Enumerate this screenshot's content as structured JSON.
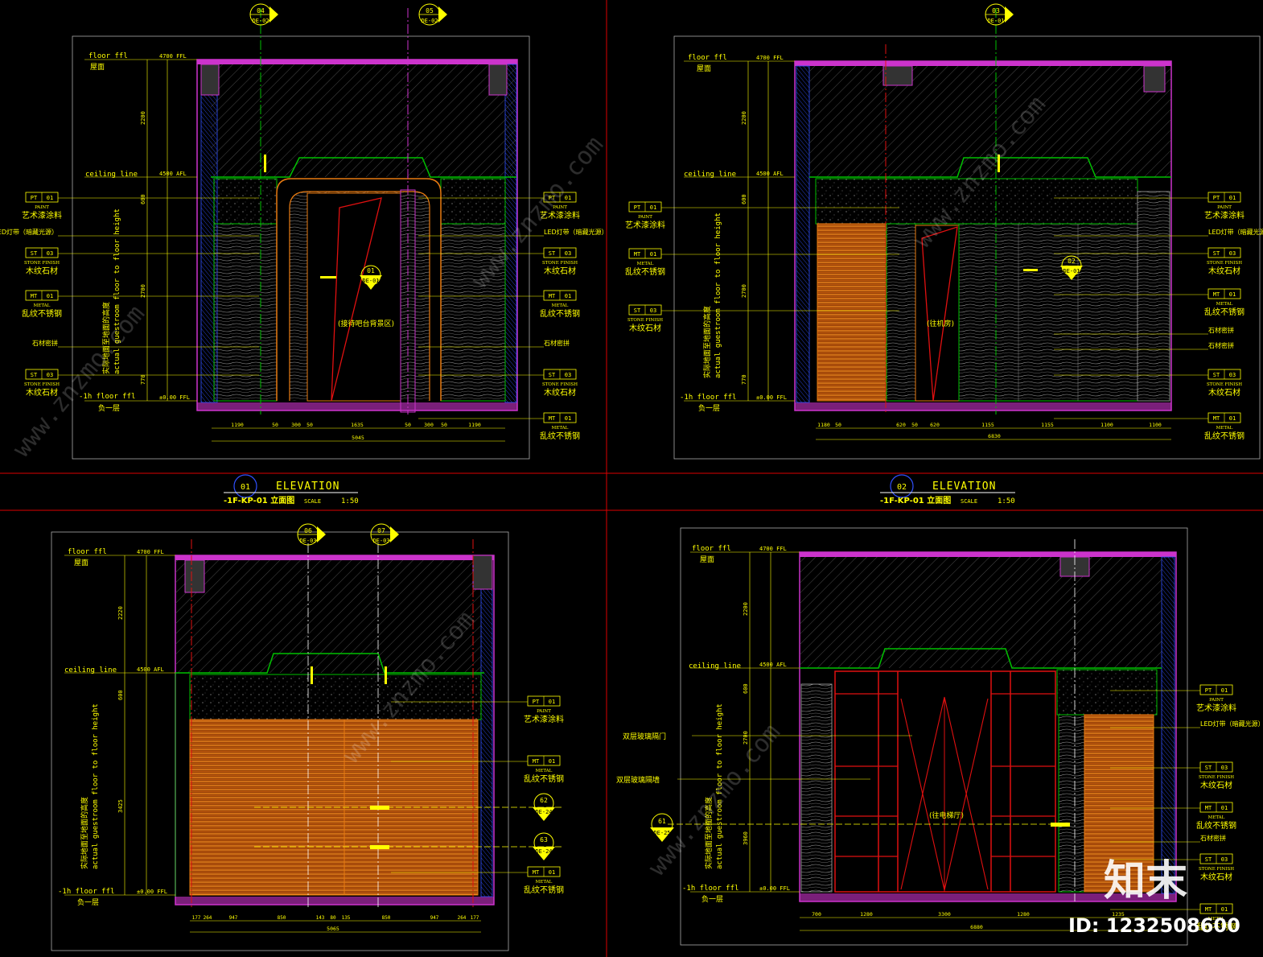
{
  "common": {
    "floor_ffl": "floor ffl",
    "ceiling_line": "ceiling line",
    "neg1h_floor_ffl": "-1h floor ffl",
    "roof_cn": "屋面",
    "b1_cn": "负一层",
    "vertical_note_cn": "实际地面至地面的高度",
    "vertical_note_en": "actual guestroom floor to floor height",
    "lvl_top": "4700 FFL",
    "lvl_ceiling": "4500 AFL",
    "lvl_floor": "±0.00 FFL"
  },
  "titles": [
    {
      "num": "01",
      "text": "ELEVATION",
      "sub": "-1F-KP-01 立面图",
      "scale_label": "SCALE",
      "scale": "1:50"
    },
    {
      "num": "02",
      "text": "ELEVATION",
      "sub": "-1F-KP-01 立面图",
      "scale_label": "SCALE",
      "scale": "1:50"
    }
  ],
  "panel1": {
    "callouts_top": [
      {
        "num": "04",
        "ref": "DE-02"
      },
      {
        "num": "05",
        "ref": "DE-02"
      }
    ],
    "center_tag": {
      "num": "01",
      "ref": "DE-01"
    },
    "center_note": "(接待吧台背景区)",
    "left_labels": [
      {
        "code": "PT",
        "num": "01",
        "en": "PAINT",
        "cn": "艺术漆涂料"
      },
      {
        "code": "",
        "num": "",
        "en": "",
        "cn": "LED灯带（暗藏光源）"
      },
      {
        "code": "ST",
        "num": "03",
        "en": "STONE FINISH",
        "cn": "木纹石材"
      },
      {
        "code": "MT",
        "num": "01",
        "en": "METAL",
        "cn": "乱纹不锈钢"
      },
      {
        "code": "",
        "num": "",
        "en": "",
        "cn": "石材密拼"
      },
      {
        "code": "ST",
        "num": "03",
        "en": "STONE FINISH",
        "cn": "木纹石材"
      }
    ],
    "right_labels": [
      {
        "code": "PT",
        "num": "01",
        "en": "PAINT",
        "cn": "艺术漆涂料"
      },
      {
        "code": "",
        "num": "",
        "en": "",
        "cn": "LED灯带（暗藏光源）"
      },
      {
        "code": "ST",
        "num": "03",
        "en": "STONE FINISH",
        "cn": "木纹石材"
      },
      {
        "code": "MT",
        "num": "01",
        "en": "METAL",
        "cn": "乱纹不锈钢"
      },
      {
        "code": "",
        "num": "",
        "en": "",
        "cn": "石材密拼"
      },
      {
        "code": "ST",
        "num": "03",
        "en": "STONE FINISH",
        "cn": "木纹石材"
      },
      {
        "code": "MT",
        "num": "01",
        "en": "METAL",
        "cn": "乱纹不锈钢"
      }
    ],
    "dims_bottom": [
      "1190",
      "50",
      "300",
      "50",
      "1635",
      "50",
      "300",
      "50",
      "1190"
    ],
    "dim_total": "5045",
    "dims_left": [
      "2200",
      "600",
      "2700",
      "770"
    ]
  },
  "panel2": {
    "callouts_top": [
      {
        "num": "03",
        "ref": "DE-01"
      }
    ],
    "center_tag": {
      "num": "02",
      "ref": "DE-01"
    },
    "center_note": "(往机房)",
    "left_labels": [
      {
        "code": "PT",
        "num": "01",
        "en": "PAINT",
        "cn": "艺术漆涂料"
      },
      {
        "code": "MT",
        "num": "01",
        "en": "METAL",
        "cn": "乱纹不锈钢"
      },
      {
        "code": "ST",
        "num": "03",
        "en": "STONE FINISH",
        "cn": "木纹石材"
      }
    ],
    "right_labels": [
      {
        "code": "PT",
        "num": "01",
        "en": "PAINT",
        "cn": "艺术漆涂料"
      },
      {
        "code": "",
        "num": "",
        "en": "",
        "cn": "LED灯带（暗藏光源）"
      },
      {
        "code": "ST",
        "num": "03",
        "en": "STONE FINISH",
        "cn": "木纹石材"
      },
      {
        "code": "MT",
        "num": "01",
        "en": "METAL",
        "cn": "乱纹不锈钢"
      },
      {
        "code": "",
        "num": "",
        "en": "",
        "cn": "石材密拼"
      },
      {
        "code": "",
        "num": "",
        "en": "",
        "cn": "石材密拼"
      },
      {
        "code": "ST",
        "num": "03",
        "en": "STONE FINISH",
        "cn": "木纹石材"
      },
      {
        "code": "MT",
        "num": "01",
        "en": "METAL",
        "cn": "乱纹不锈钢"
      }
    ],
    "dims_bottom": [
      "1180",
      "50",
      "620",
      "50",
      "620",
      "1155",
      "1155",
      "1100",
      "1100"
    ],
    "dim_total": "6830",
    "dims_left": [
      "2200",
      "600",
      "2700",
      "770"
    ]
  },
  "panel3": {
    "callouts_top": [
      {
        "num": "06",
        "ref": "DE-03"
      },
      {
        "num": "07",
        "ref": "DE-03"
      }
    ],
    "side_tags": [
      {
        "num": "62",
        "ref": "DE-24"
      },
      {
        "num": "63",
        "ref": "DE-24"
      }
    ],
    "right_labels": [
      {
        "code": "PT",
        "num": "01",
        "en": "PAINT",
        "cn": "艺术漆涂料"
      },
      {
        "code": "MT",
        "num": "01",
        "en": "METAL",
        "cn": "乱纹不锈钢"
      },
      {
        "code": "MT",
        "num": "01",
        "en": "METAL",
        "cn": "乱纹不锈钢"
      }
    ],
    "dims_bottom": [
      "177",
      "264",
      "947",
      "850",
      "143",
      "80",
      "135",
      "850",
      "947",
      "264",
      "177"
    ],
    "dim_total": "5065",
    "dims_left": [
      "2220",
      "600",
      "3425"
    ]
  },
  "panel4": {
    "side_tag": {
      "num": "61",
      "ref": "DE-25"
    },
    "center_note": "(往电梯厅)",
    "left_labels": [
      {
        "cn": "双层玻璃隔门"
      },
      {
        "cn": "双层玻璃隔墙"
      }
    ],
    "right_labels": [
      {
        "code": "PT",
        "num": "01",
        "en": "PAINT",
        "cn": "艺术漆涂料"
      },
      {
        "code": "",
        "num": "",
        "en": "",
        "cn": "LED灯带（暗藏光源）"
      },
      {
        "code": "ST",
        "num": "03",
        "en": "STONE FINISH",
        "cn": "木纹石材"
      },
      {
        "code": "MT",
        "num": "01",
        "en": "METAL",
        "cn": "乱纹不锈钢"
      },
      {
        "code": "",
        "num": "",
        "en": "",
        "cn": "石材密拼"
      },
      {
        "code": "ST",
        "num": "03",
        "en": "STONE FINISH",
        "cn": "木纹石材"
      },
      {
        "code": "MT",
        "num": "01",
        "en": "METAL",
        "cn": "乱纹不锈钢"
      }
    ],
    "dims_bottom": [
      "700",
      "1280",
      "3300",
      "1280",
      "1235"
    ],
    "dim_total": "6880",
    "dims_left": [
      "2200",
      "600",
      "2700",
      "3960"
    ]
  },
  "watermark": {
    "repeat": "www.znzmo.com",
    "logo": "知末",
    "id": "ID: 1232508600"
  },
  "colors": {
    "bg": "#000000",
    "yellow": "#ffff00",
    "magenta": "#cc33cc",
    "green": "#00c000",
    "red": "#e01010",
    "orange": "#e87a10",
    "blue": "#3050ff",
    "white": "#ffffff",
    "grey": "#8a8a8a"
  }
}
